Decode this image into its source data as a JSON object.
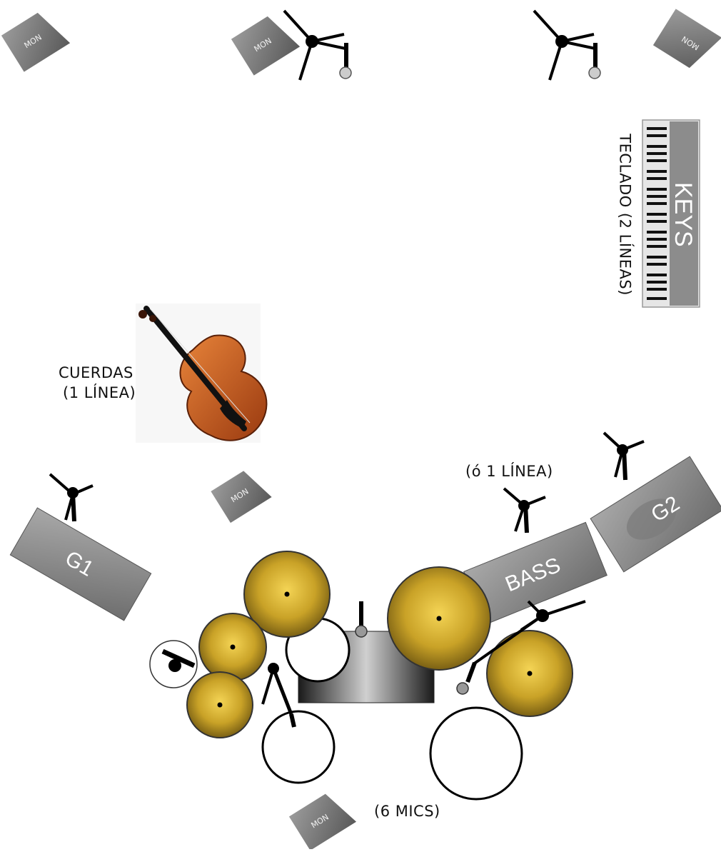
{
  "diagram": {
    "monitor_label": "MON",
    "amps": {
      "g1": "G1",
      "g2": "G2",
      "bass": "BASS",
      "keys": "KEYS"
    },
    "labels": {
      "keyboard": "TECLADO (2 LÍNEAS)",
      "strings_line1": "CUERDAS",
      "strings_line2": "(1 LÍNEA)",
      "bass_alt": "(ó 1 LÍNEA)",
      "drums": "(6 MICS)"
    },
    "colors": {
      "amp_gray": "#8a8a8a",
      "cymbal_gold": "#c9a227",
      "line_black": "#000000"
    }
  }
}
